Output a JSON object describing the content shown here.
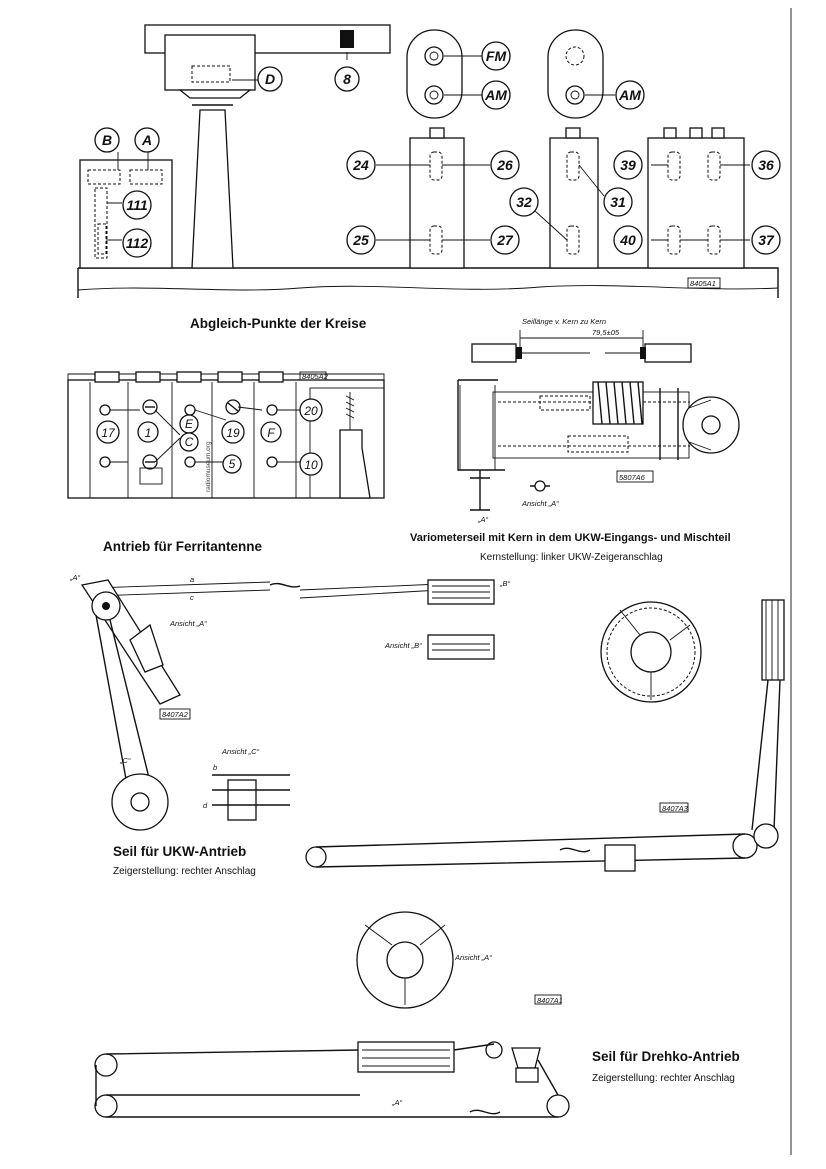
{
  "titles": {
    "abgleich": "Abgleich-Punkte der Kreise",
    "ferrit": "Antrieb für Ferritantenne",
    "variometer": "Variometerseil mit Kern in dem UKW-Eingangs- und Mischteil",
    "variometer_sub": "Kernstellung: linker UKW-Zeigeranschlag",
    "ukw": "Seil für UKW-Antrieb",
    "ukw_sub": "Zeigerstellung: rechter Anschlag",
    "drehko": "Seil für Drehko-Antrieb",
    "drehko_sub": "Zeigerstellung: rechter Anschlag"
  },
  "labels": {
    "B": "B",
    "A": "A",
    "D": "D",
    "n8": "8",
    "n111": "111",
    "n112": "112",
    "FM": "FM",
    "AM1": "AM",
    "AM2": "AM",
    "n24": "24",
    "n25": "25",
    "n26": "26",
    "n27": "27",
    "n32": "32",
    "n31": "31",
    "n39": "39",
    "n36": "36",
    "n40": "40",
    "n37": "37",
    "n17": "17",
    "n1": "1",
    "nE": "E",
    "nC": "C",
    "n19": "19",
    "nF": "F",
    "n20": "20",
    "n5": "5",
    "n10": "10"
  },
  "annotations": {
    "drawing_no_1": "8405A1",
    "drawing_no_2": "8405A2",
    "drawing_no_3": "5807A6",
    "drawing_no_4": "8407A2",
    "drawing_no_5": "8407A3",
    "drawing_no_6": "8407A1",
    "seillaenge": "Seillänge v. Kern zu Kern",
    "seillaenge_val": "79,5±05",
    "ansicht_a": "Ansicht „A“",
    "ansicht_b": "Ansicht „B“",
    "ansicht_c": "Ansicht „C“",
    "pin_a": "„A“",
    "pin_b": "„B“",
    "pin_c": "„C“",
    "watermark": "radiomuseum.org",
    "a": "a",
    "b": "b",
    "c": "c",
    "d": "d"
  }
}
